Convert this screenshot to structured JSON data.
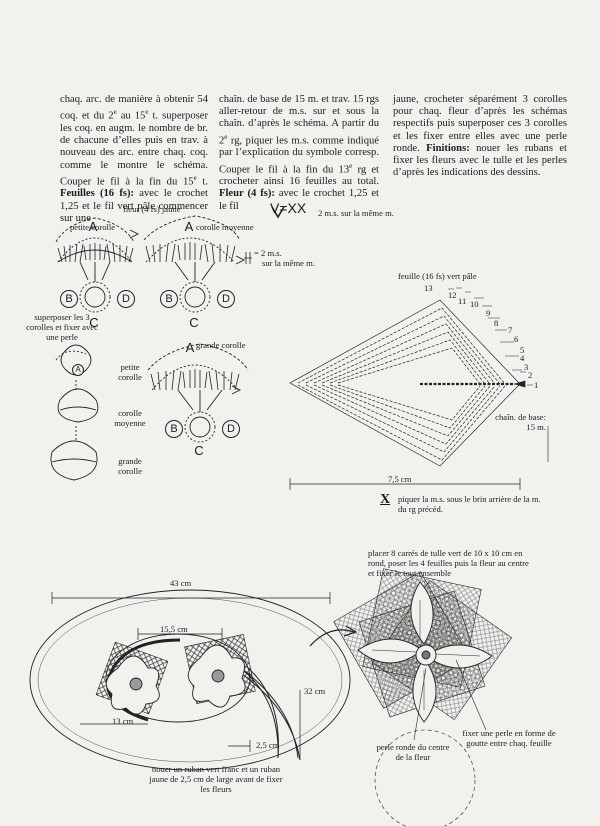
{
  "text": {
    "col1": [
      {
        "t": "chaq. arc. de manière à obtenir 54 coq. et du 2"
      },
      {
        "t": "e",
        "sup": true
      },
      {
        "t": " au 15"
      },
      {
        "t": "e",
        "sup": true
      },
      {
        "t": " t. superposer les coq. en augm. le nombre de br. de chacune d’elles puis en trav. à nouveau des arc. entre chaq. coq. comme le montre le schéma. Couper le fil à la fin du 15"
      },
      {
        "t": "e",
        "sup": true
      },
      {
        "t": " t. "
      },
      {
        "t": "Feuilles (16 fs):",
        "b": true
      },
      {
        "t": " avec le crochet 1,25 et le fil vert pâle commencer sur une"
      }
    ],
    "col2": [
      {
        "t": "chaîn. de base de 15 m. et trav. 15 rgs aller-retour de m.s. sur et sous la chaîn. d’après le schéma. A partir du 2"
      },
      {
        "t": "e",
        "sup": true
      },
      {
        "t": " rg, piquer les m.s. comme indiqué par l’explication du symbole corresp. Couper le fil à la fin du 13"
      },
      {
        "t": "e",
        "sup": true
      },
      {
        "t": " rg et crocheter ainsi 16 feuilles au total. "
      },
      {
        "t": "Fleur (4 fs):",
        "b": true
      },
      {
        "t": " avec le crochet 1,25 et le fil"
      }
    ],
    "col3": [
      {
        "t": "jaune, crocheter séparément 3 corolles pour chaq. fleur d’après les schémas respectifs puis superposer ces 3 corolles et les fixer entre elles avec une perle ronde. "
      },
      {
        "t": "Finitions:",
        "b": true
      },
      {
        "t": " nouer les rubans et fixer les fleurs avec le tulle et les perles d’après les indications des dessins."
      }
    ]
  },
  "labels": {
    "fleur_title": "fleur (4 fs) jaune",
    "petite_corolle": "petite corolle",
    "corolle_moyenne": "corolle moyenne",
    "grande_corolle": "grande corolle",
    "eq_2ms": "= 2 m.s.",
    "sur_meme": "sur la même m.",
    "legend_v": "V=XX",
    "legend_v_text": "2 m.s. sur la même m.",
    "superposer": "superposer les 3 corolles et fixer avec une perle",
    "petite_corolle_2": "petite corolle",
    "corolle_moyenne_2": "corolle moyenne",
    "grande_corolle_2": "grande corolle",
    "letter_a": "A",
    "letter_b": "B",
    "letter_c": "C",
    "letter_d": "D",
    "feuille_title": "feuille (16 fs) vert pâle",
    "chain_base": "chaîn. de base: 15 m.",
    "dim_75": "7,5 cm",
    "x_legend": "piquer la m.s. sous le brin arrière de la m. du rg précéd.",
    "x_symbol": "X",
    "tulle_note": "placer 8 carrés de tulle vert de 10 x 10 cm en rond, poser les 4 feuilles puis la fleur au centre et fixer le tout ensemble",
    "dim_43": "43 cm",
    "dim_155": "15,5 cm",
    "dim_32": "32 cm",
    "dim_13": "13 cm",
    "dim_25": "2,5 cm",
    "ruban_note": "nouer un ruban vert franc et un ruban jaune de 2,5 cm de large avant de fixer les fleurs",
    "perle_ronde": "perle ronde du centre de la fleur",
    "perle_goutte": "fixer une perle en forme de goutte entre chaq. feuille",
    "rows": [
      "1",
      "2",
      "3",
      "4",
      "5",
      "6",
      "7",
      "8",
      "9",
      "10",
      "11",
      "12",
      "13"
    ]
  },
  "colors": {
    "ink": "#1c1c1c",
    "paper": "#f3f1ee"
  }
}
